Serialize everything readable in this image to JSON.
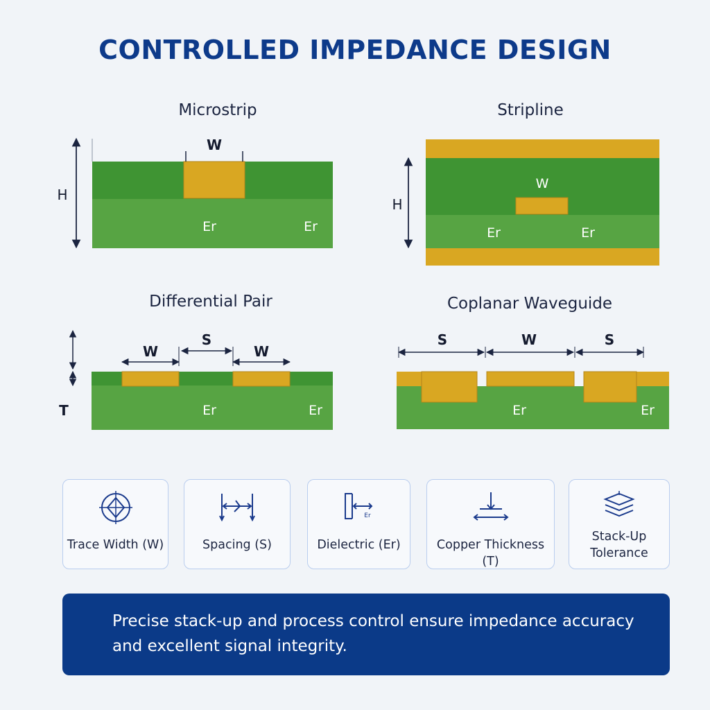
{
  "title": "CONTROLLED IMPEDANCE DESIGN",
  "diagrams": {
    "microstrip": {
      "title": "Microstrip",
      "w": "W",
      "h": "H",
      "er1": "Er",
      "er2": "Er"
    },
    "stripline": {
      "title": "Stripline",
      "w": "W",
      "h": "H",
      "er1": "Er",
      "er2": "Er"
    },
    "differential": {
      "title": "Differential Pair",
      "w1": "W",
      "s": "S",
      "w2": "W",
      "t": "T",
      "er1": "Er",
      "er2": "Er"
    },
    "coplanar": {
      "title": "Coplanar Waveguide",
      "s1": "S",
      "w": "W",
      "s2": "S",
      "er1": "Er",
      "er2": "Er"
    }
  },
  "parameters": [
    {
      "label": "Trace Width (W)",
      "icon": "target-icon"
    },
    {
      "label": "Spacing (S)",
      "icon": "spacing-icon"
    },
    {
      "label": "Dielectric (Er)",
      "icon": "dielectric-icon",
      "icon_text": "Er"
    },
    {
      "label": "Copper Thickness (T)",
      "icon": "thickness-icon"
    },
    {
      "label_line1": "Stack-Up",
      "label_line2": "Tolerance",
      "icon": "layers-icon"
    }
  ],
  "banner": {
    "line1": "Precise stack-up and process control ensure impedance accuracy",
    "line2": "and excellent signal integrity."
  },
  "colors": {
    "title": "#0d3a8a",
    "dielectric_dark": "#3f9433",
    "dielectric_light": "#57a443",
    "copper": "#d9a722",
    "banner": "#0b3a88",
    "card_border": "#b9cdee"
  }
}
